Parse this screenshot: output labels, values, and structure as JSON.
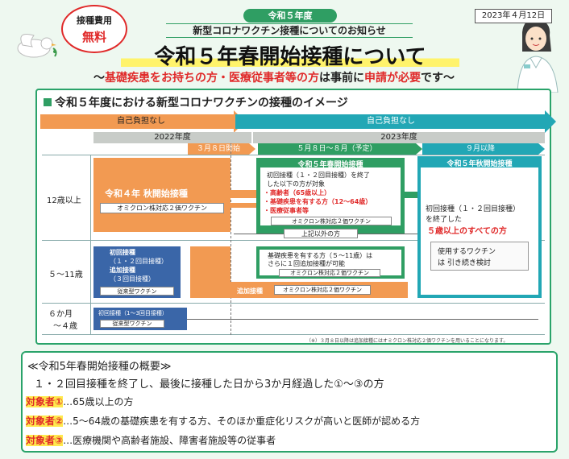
{
  "header": {
    "badge_line1": "接種費用",
    "badge_line2": "無料",
    "year_pill": "令和５年度",
    "notice": "新型コロナワクチン接種についてのお知らせ",
    "date": "2023年４月12日",
    "title": "令和５年春開始接種について",
    "subtitle_part1": "～",
    "subtitle_red1": "基礎疾患をお持ちの方・医療従事者等の方",
    "subtitle_part2": "は事前に",
    "subtitle_red2": "申請が必要",
    "subtitle_part3": "です～"
  },
  "diagram": {
    "title": "令和５年度における新型コロナワクチンの接種のイメージ",
    "band_left": "自己負担なし",
    "band_right": "自己負担なし",
    "year_2022": "2022年度",
    "year_2023": "2023年度",
    "date_mar8": "３月８日開始",
    "date_may": "５月８日～８月（予定）",
    "date_sep": "９月以降",
    "rows": {
      "r12": "12歳以上",
      "r5": "５～11歳",
      "r6m_1": "６か月",
      "r6m_2": "～４歳"
    },
    "r4_autumn": "令和４年 秋開始接種",
    "omicron_bivalent": "オミクロン株対応２価ワクチン",
    "spring_title": "令和５年春開始接種",
    "spring_line1": "初回接種（１・２回目接種）を終了",
    "spring_line2": "した以下の方が対象",
    "spring_red1": "・高齢者（65歳以上）",
    "spring_red2": "・基礎疾患を有する方（12～64歳）",
    "spring_red3": "・医療従事者等",
    "spring_vaccine": "オミクロン株対応２価ワクチン",
    "other_than_above": "上記以外の方",
    "child_line1": "基礎疾患を有する方（５～11歳）は",
    "child_line2": "さらに１回追加接種が可能",
    "child_vaccine": "オミクロン株対応２価ワクチン",
    "add_shot": "追加接種",
    "add_shot_vaccine": "オミクロン株対応２価ワクチン",
    "first_shot": "初回接種",
    "first_shot_sub": "（１・２回目接種）",
    "add_shot_b": "追加接種",
    "add_shot_b_sub": "（３回目接種）",
    "conventional": "従来型ワクチン",
    "infant_first": "初回接種（1～3回目接種）",
    "infant_conventional": "従来型ワクチン",
    "autumn_title": "令和５年秋開始接種",
    "autumn_line1": "初回接種（１・２回目接種）",
    "autumn_line2": "を終了した",
    "autumn_red": "５歳以上のすべての方",
    "autumn_vaccine1": "使用するワクチン",
    "autumn_vaccine2": "は 引き続き検討",
    "footnote": "（※）３月８日以降は追加接種にはオミクロン株対応２価ワクチンを用いることになります。"
  },
  "summary": {
    "heading": "≪令和5年春開始接種の概要≫",
    "line1": "１・２回目接種を終了し、最後に接種した日から3か月経過した①～③の方",
    "t1": "対象者①",
    "d1": "…65歳以上の方",
    "t2": "対象者②",
    "d2": "…5～64歳の基礎疾患を有する方、そのほか重症化リスクが高いと医師が認める方",
    "t3": "対象者③",
    "d3": "…医療機関や高齢者施設、障害者施設等の従事者"
  },
  "colors": {
    "green": "#2f9e63",
    "orange": "#f29a52",
    "teal": "#22a7b5",
    "navy": "#3a66a8",
    "red": "#e02a2a",
    "highlight": "#ffe94d"
  }
}
